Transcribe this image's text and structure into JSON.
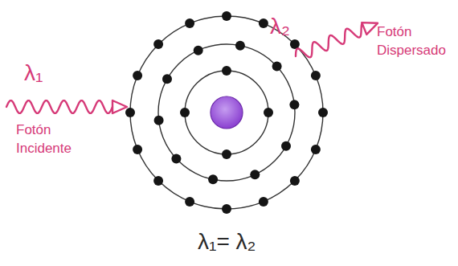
{
  "diagram": {
    "labels": [
      "λ₁",
      "Fotón Incidente",
      "λ₂",
      "Fotón Dispersado",
      "λ₁= λ₂"
    ]
  }
}
